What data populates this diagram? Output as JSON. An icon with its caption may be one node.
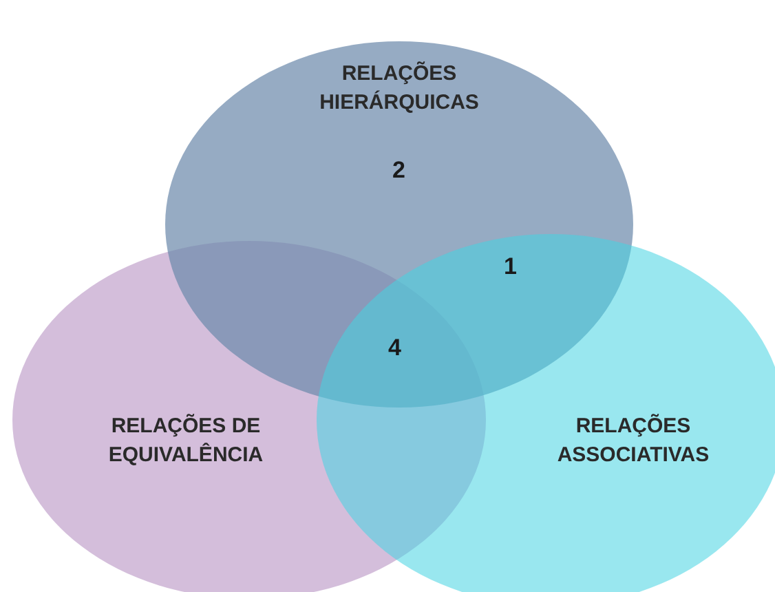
{
  "diagram": {
    "nodes": [
      {
        "text": [
          "RELAÇÕES HIERÁRQUICAS"
        ]
      },
      {
        "text": [
          "RELAÇÕES DE EQUIVALÊNCIA"
        ]
      },
      {
        "text": [
          "RELAÇÕES ASSOCIATIVAS"
        ]
      }
    ],
    "labels": [
      "2",
      "1",
      "4"
    ]
  }
}
